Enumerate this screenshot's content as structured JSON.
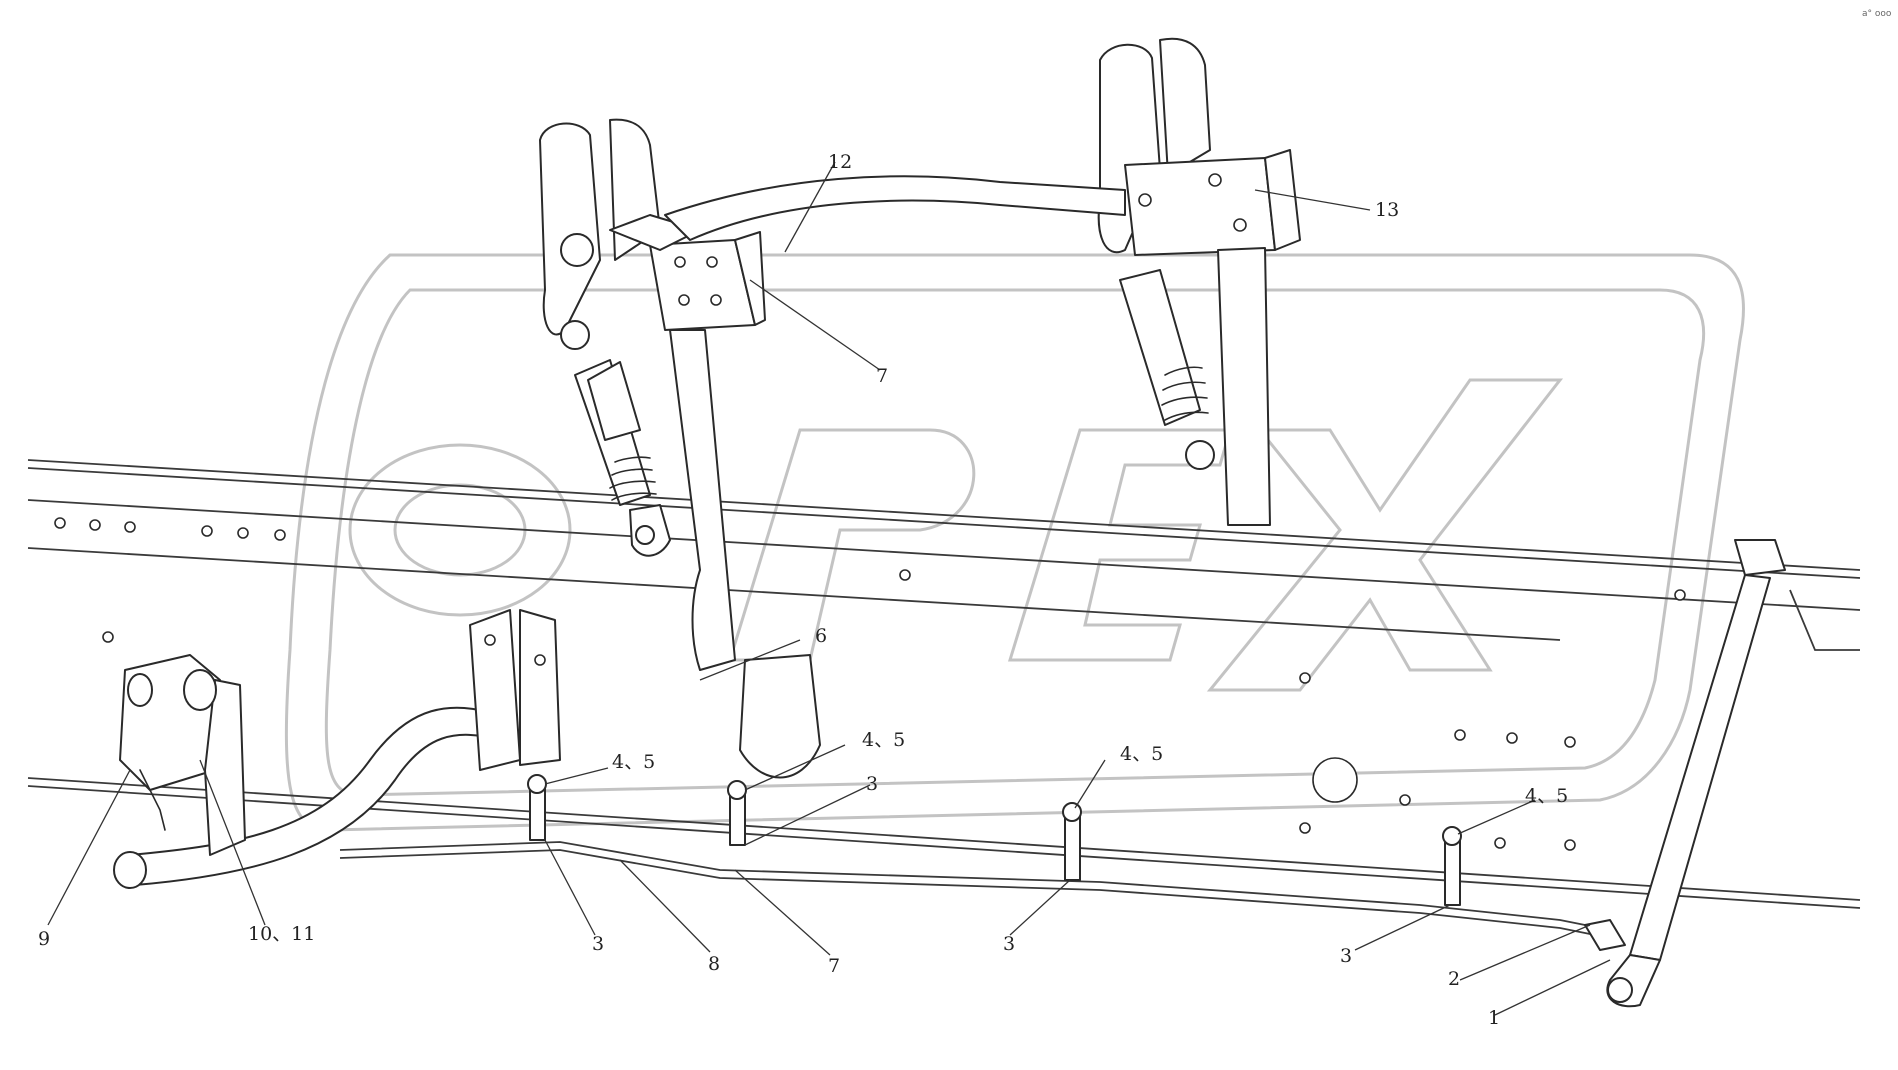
{
  "diagram": {
    "corner_mark": "a° ooo",
    "callouts": [
      {
        "id": "c12",
        "text": "12"
      },
      {
        "id": "c13",
        "text": "13"
      },
      {
        "id": "c7a",
        "text": "7"
      },
      {
        "id": "c6",
        "text": "6"
      },
      {
        "id": "c45a",
        "text": "4、5"
      },
      {
        "id": "c45b",
        "text": "4、5"
      },
      {
        "id": "c45c",
        "text": "4、5"
      },
      {
        "id": "c45d",
        "text": "4、5"
      },
      {
        "id": "c3a",
        "text": "3"
      },
      {
        "id": "c3b",
        "text": "3"
      },
      {
        "id": "c3c",
        "text": "3"
      },
      {
        "id": "c3d",
        "text": "3"
      },
      {
        "id": "c9",
        "text": "9"
      },
      {
        "id": "c1011",
        "text": "10、11"
      },
      {
        "id": "c8",
        "text": "8"
      },
      {
        "id": "c7b",
        "text": "7"
      },
      {
        "id": "c2",
        "text": "2"
      },
      {
        "id": "c1",
        "text": "1"
      }
    ]
  }
}
